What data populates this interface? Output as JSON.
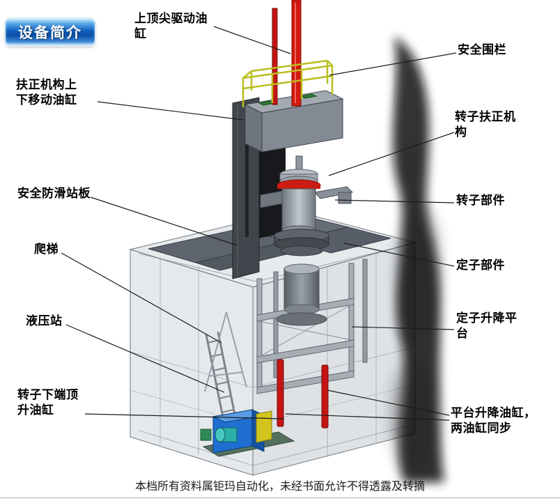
{
  "badge": {
    "label": "设备简介"
  },
  "labels": {
    "top_drive_cylinder": "上顶尖驱动油缸",
    "safety_fence": "安全围栏",
    "centering_move_cylinder": "扶正机构上下移动油缸",
    "rotor_centering_mechanism": "转子扶正机构",
    "anti_slip_platform": "安全防滑站板",
    "rotor_component": "转子部件",
    "ladder": "爬梯",
    "stator_component": "定子部件",
    "hydraulic_station": "液压站",
    "stator_lift_platform": "定子升降平台",
    "rotor_bottom_jack_cylinder": "转子下端顶升油缸",
    "platform_lift_cylinders": "平台升降油缸，两油缸同步"
  },
  "footer": {
    "text": "本档所有资料属钜玛自动化，未经书面允许不得透露及转摘"
  },
  "colors": {
    "badge_blue": "#0a4fa8",
    "cylinder_red": "#c41414",
    "railing_yellow": "#b9bd1c",
    "tank_blue": "#1f6fd0",
    "steel_gray": "#8a9099",
    "plate_slate": "#5d646e"
  }
}
